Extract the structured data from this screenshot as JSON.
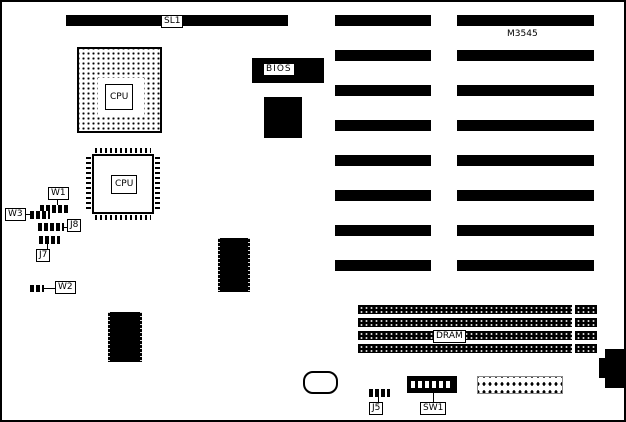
{
  "board": {
    "model_label": "M3545",
    "labels": {
      "sl1": "SL1",
      "cpu_socket": "CPU",
      "cpu_chip": "CPU",
      "bios": "BIOS",
      "w1": "W1",
      "w3": "W3",
      "j8": "J8",
      "j7": "J7",
      "w2": "W2",
      "dram": "DRAM",
      "j5": "J5",
      "sw1": "SW1"
    },
    "colors": {
      "component_fill": "#000000",
      "board_background": "#ffffff",
      "outline": "#000000"
    }
  }
}
